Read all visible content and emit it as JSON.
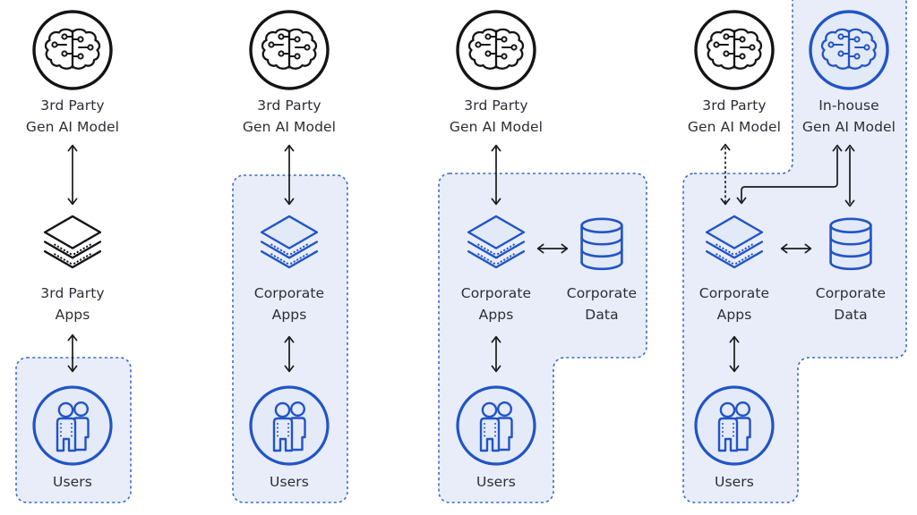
{
  "diagram": {
    "description_note": "",
    "colors": {
      "icon_blue": "#2154c6",
      "boundary_border_blue": "#3b68d1",
      "boundary_fill": "#e8edf9",
      "icon_black": "#141418",
      "arrow_black": "#1a1a1e",
      "label_text": "#2d2d36",
      "light_icon_fill": "#e2e9f7"
    },
    "stages": [
      {
        "model": {
          "line1": "3rd Party",
          "line2": "Gen AI Model"
        },
        "apps": {
          "line1": "3rd Party",
          "line2": "Apps"
        },
        "users": {
          "label": "Users"
        }
      },
      {
        "model": {
          "line1": "3rd Party",
          "line2": "Gen AI Model"
        },
        "apps": {
          "line1": "Corporate",
          "line2": "Apps"
        },
        "users": {
          "label": "Users"
        }
      },
      {
        "model": {
          "line1": "3rd Party",
          "line2": "Gen AI Model"
        },
        "apps": {
          "line1": "Corporate",
          "line2": "Apps"
        },
        "data": {
          "line1": "Corporate",
          "line2": "Data"
        },
        "users": {
          "label": "Users"
        }
      },
      {
        "model": {
          "line1": "3rd Party",
          "line2": "Gen AI Model"
        },
        "inhouse_model": {
          "line1": "In-house",
          "line2": "Gen AI Model"
        },
        "apps": {
          "line1": "Corporate",
          "line2": "Apps"
        },
        "data": {
          "line1": "Corporate",
          "line2": "Data"
        },
        "users": {
          "label": "Users"
        }
      }
    ]
  }
}
